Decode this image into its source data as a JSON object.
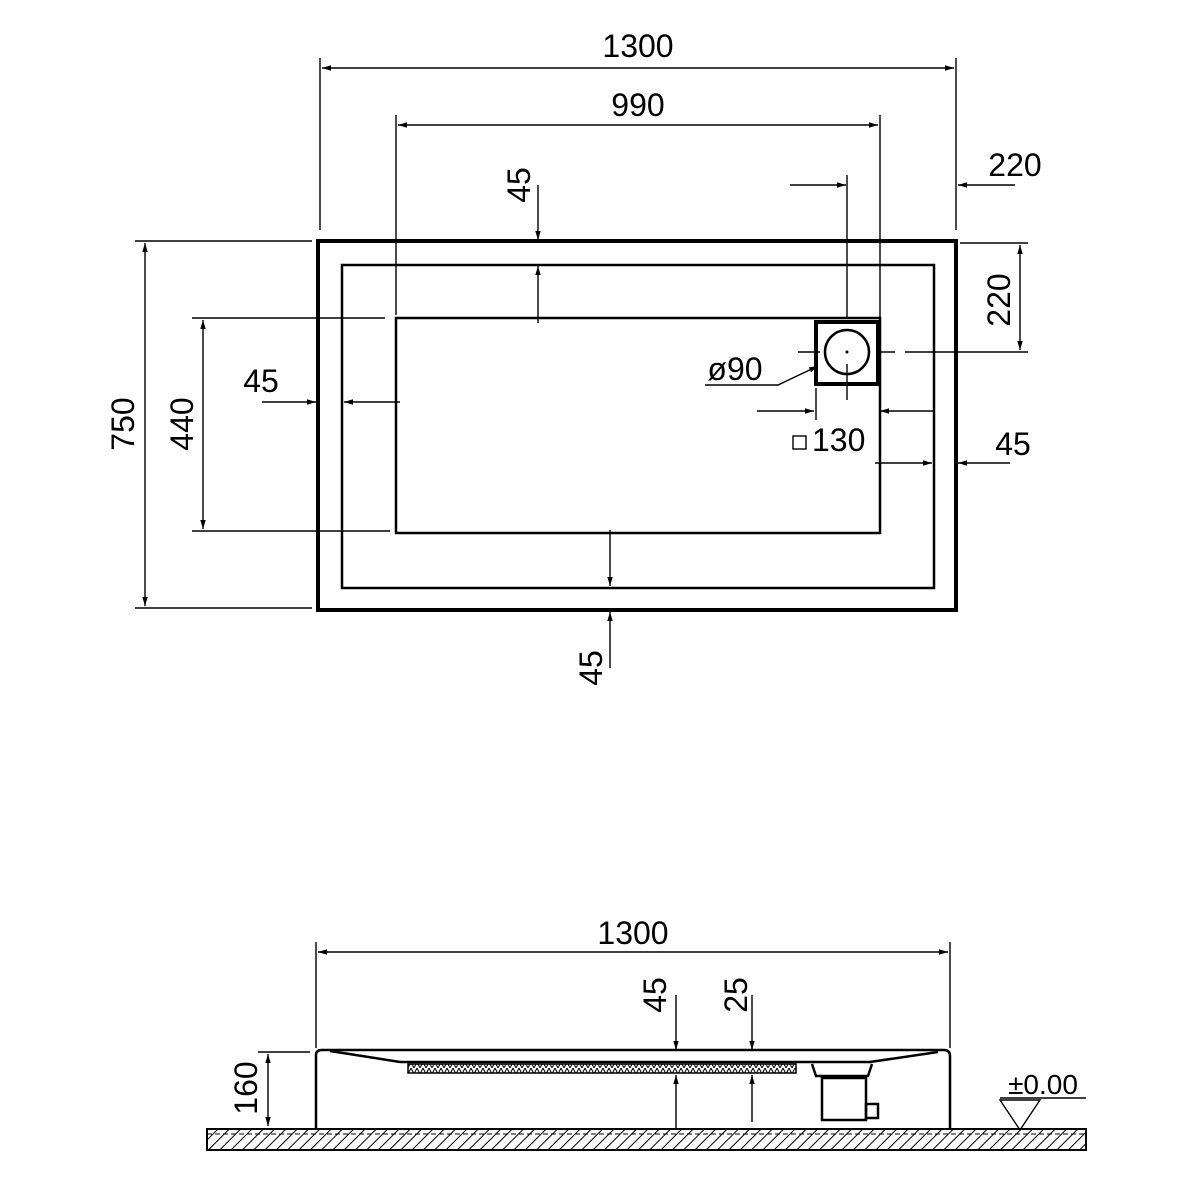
{
  "top_view": {
    "overall_length": "1300",
    "basin_length": "990",
    "rim_top": "45",
    "drain_offset_x": "220",
    "drain_offset_y": "220",
    "drain_diameter": "ø90",
    "drain_square": "130",
    "rim_right": "45",
    "overall_width": "750",
    "basin_width": "440",
    "rim_left": "45",
    "rim_bottom": "45"
  },
  "side_view": {
    "overall_length": "1300",
    "depth_a": "45",
    "depth_b": "25",
    "height": "160",
    "floor_level": "±0.00"
  }
}
